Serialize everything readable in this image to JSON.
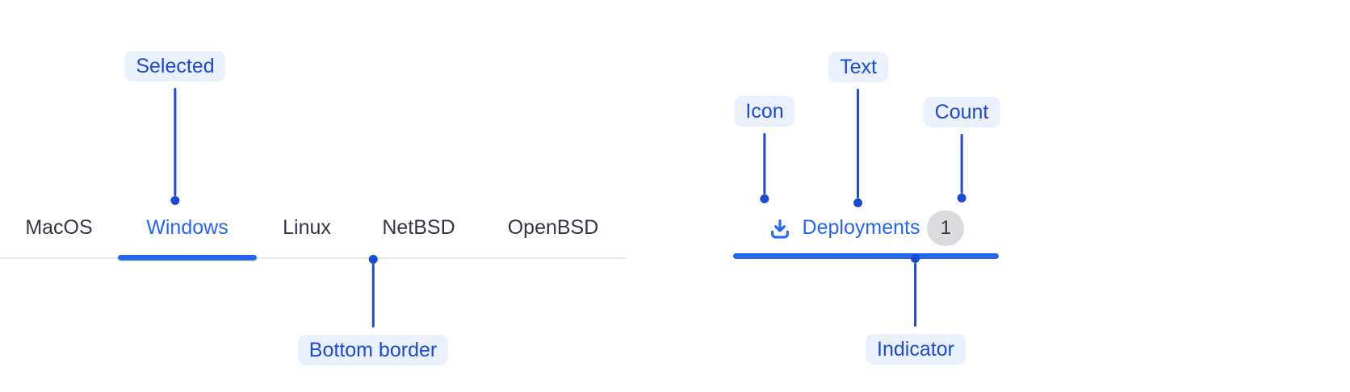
{
  "colors": {
    "component_blue": "#2566f2",
    "annotation_blue": "#1c4ad3",
    "annotation_pill_bg": "#eaf0fc",
    "tab_text": "#35363f",
    "bottom_border_gray": "#e5e6e9",
    "count_badge_bg": "#dbdbde",
    "count_badge_text": "#35363f",
    "background": "#ffffff"
  },
  "tabbar": {
    "tabs": [
      {
        "label": "MacOS",
        "selected": false
      },
      {
        "label": "Windows",
        "selected": true
      },
      {
        "label": "Linux",
        "selected": false
      },
      {
        "label": "NetBSD",
        "selected": false
      },
      {
        "label": "OpenBSD",
        "selected": false
      }
    ]
  },
  "deployment_tab": {
    "icon": "download-icon",
    "label": "Deployments",
    "count": "1"
  },
  "annotations": {
    "selected": "Selected",
    "bottom_border": "Bottom border",
    "icon": "Icon",
    "text": "Text",
    "count": "Count",
    "indicator": "Indicator"
  }
}
